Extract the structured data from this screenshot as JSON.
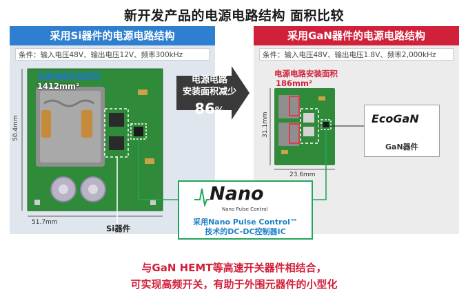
{
  "title": "新开发产品的电源电路结构 面积比较",
  "left": {
    "header": "采用Si器件的电源电路结构",
    "conditions": "条件：输入电压48V、输出电压12V、频率300kHz",
    "area_label": "电源电路安装面积",
    "area_value": "1412mm²",
    "dim_height": "50.4mm",
    "dim_width": "51.7mm",
    "device_label": "Si器件"
  },
  "right": {
    "header": "采用GaN器件的电源电路结构",
    "conditions": "条件：输入电压48V、输出电压1.8V、频率2,000kHz",
    "area_label": "电源电路安装面积",
    "area_value": "186mm²",
    "dim_height": "31.1mm",
    "dim_width": "23.6mm",
    "ecogan_logo": "EcoGaN",
    "ecogan_label": "GaN器件"
  },
  "arrow": {
    "line1": "电源电路",
    "line2": "安装面积减少",
    "percent": "86",
    "percent_unit": "%"
  },
  "nano": {
    "logo": "Nano",
    "subtitle": "Nano Pulse Control",
    "desc_line1": "采用Nano Pulse Control™",
    "desc_line2": "技术的DC-DC控制器IC"
  },
  "footer": {
    "line1": "与GaN HEMT等高速开关器件相结合，",
    "line2": "可实现高频开关，有助于外围元器件的小型化"
  },
  "colors": {
    "blue": "#2f7fd0",
    "red": "#d1203a",
    "pcb_green": "#2f8a3a",
    "connector_green": "#22a55a"
  }
}
